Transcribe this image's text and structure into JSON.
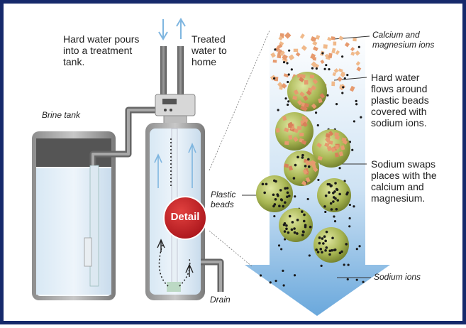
{
  "labels": {
    "hard_water_pours": "Hard water pours\ninto a treatment\ntank.",
    "treated_water": "Treated\nwater to\nhome",
    "brine_tank": "Brine tank",
    "plastic_beads": "Plastic\nbeads",
    "drain": "Drain",
    "detail": "Detail",
    "calcium_magnesium_ions": "Calcium and\nmagnesium ions",
    "hard_water_flows": "Hard water\nflows around\nplastic beads\ncovered with\nsodium ions.",
    "sodium_swaps": "Sodium swaps\nplaces with the\ncalcium and\nmagnesium.",
    "sodium_ions": "Sodium ions"
  },
  "colors": {
    "frame": "#16296b",
    "arrow_blue": "#7fb6e0",
    "tank_gray": "#9a9a9a",
    "detail_red": "#cc1f25",
    "bead_green": "#9fae4a",
    "mineral_orange": "#e69a6e"
  }
}
